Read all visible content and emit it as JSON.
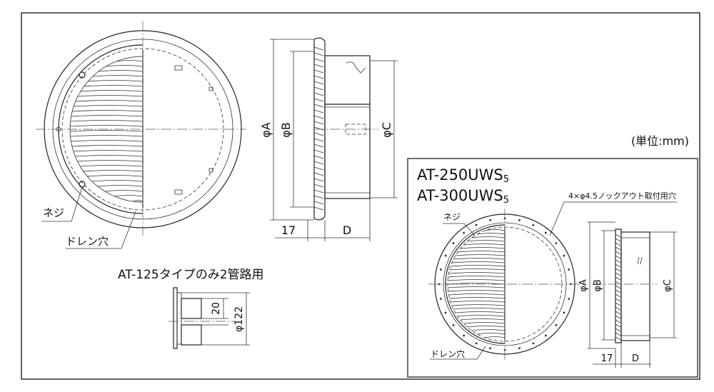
{
  "unit_note": "(単位:mm)",
  "main": {
    "label_screw": "ネジ",
    "label_drain": "ドレン穴",
    "dim_A": "φA",
    "dim_B": "φB",
    "dim_C": "φC",
    "dim_17": "17",
    "dim_D": "D"
  },
  "at125": {
    "title": "AT-125タイプのみ2管路用",
    "dim_20": "20",
    "dim_122": "φ122"
  },
  "inset": {
    "model_1": "AT-250UWS",
    "model_1_sub": "5",
    "model_2": "AT-300UWS",
    "model_2_sub": "5",
    "knockout_note": "4×φ4.5ノックアウト取付用穴",
    "label_screw": "ネジ",
    "label_drain": "ドレン穴",
    "dim_A": "φA",
    "dim_B": "φB",
    "dim_C": "φC",
    "dim_17": "17",
    "dim_D": "D"
  }
}
